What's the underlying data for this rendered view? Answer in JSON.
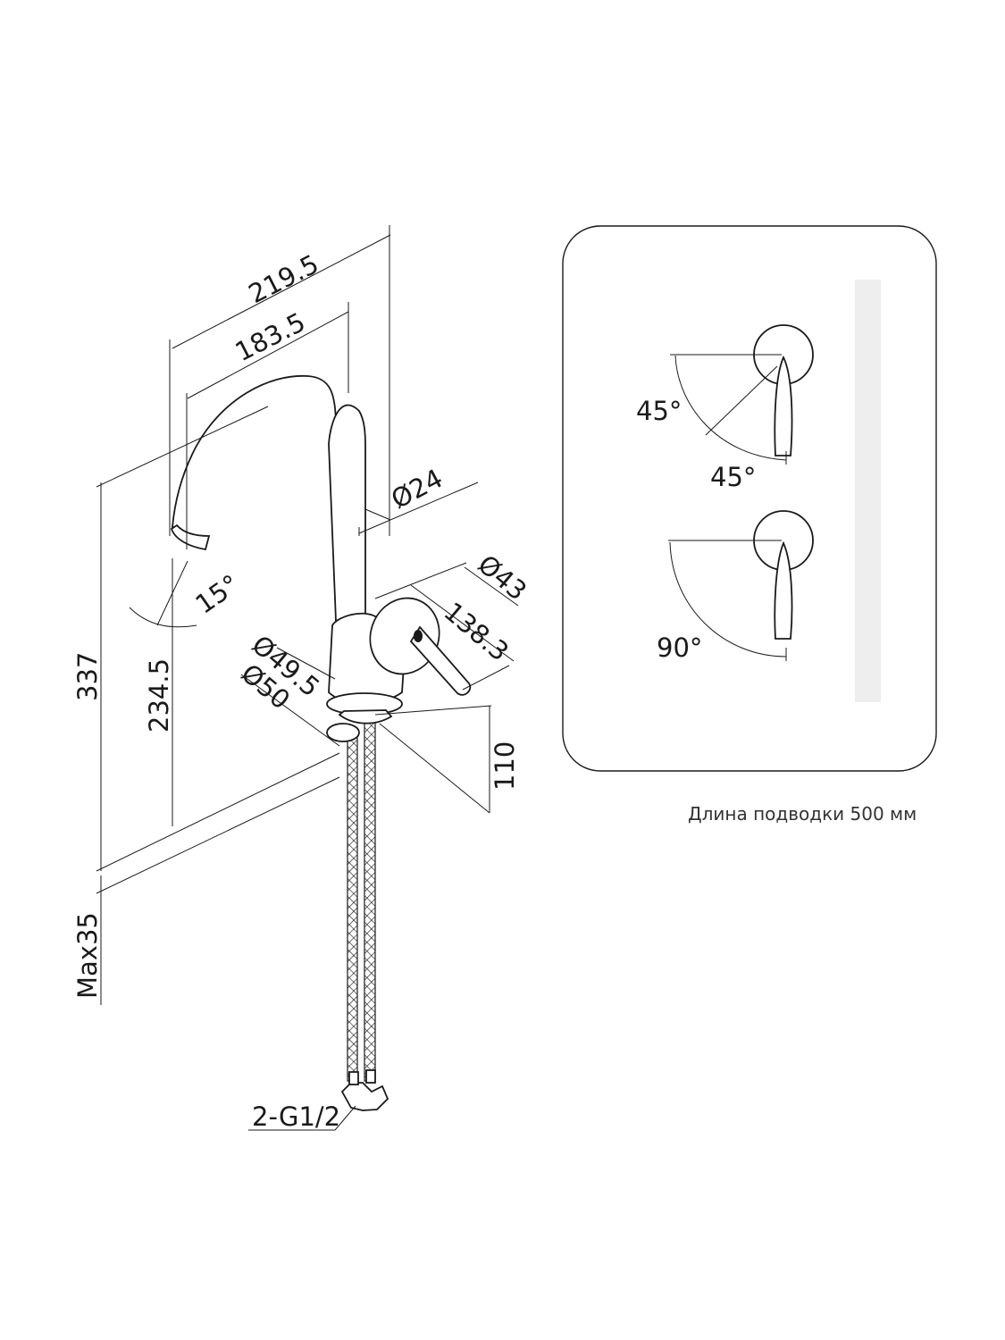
{
  "dimensions": {
    "spout_reach_outer": "219.5",
    "spout_reach_inner": "183.5",
    "spout_diameter": "Ø24",
    "handle_diameter": "Ø43",
    "handle_length": "138.3",
    "body_diameter_a": "Ø49.5",
    "body_diameter_b": "Ø50",
    "body_height": "110",
    "total_height": "337",
    "spout_outlet_height": "234.5",
    "spout_angle": "15°",
    "max_thickness": "Max35",
    "connection_thread": "2-G1/2"
  },
  "handle_view": {
    "angle_upper_left": "45°",
    "angle_upper_bottom": "45°",
    "angle_lower": "90°",
    "panel_stripe_color": "#eeeeee"
  },
  "note": "Длина подводки 500 мм"
}
